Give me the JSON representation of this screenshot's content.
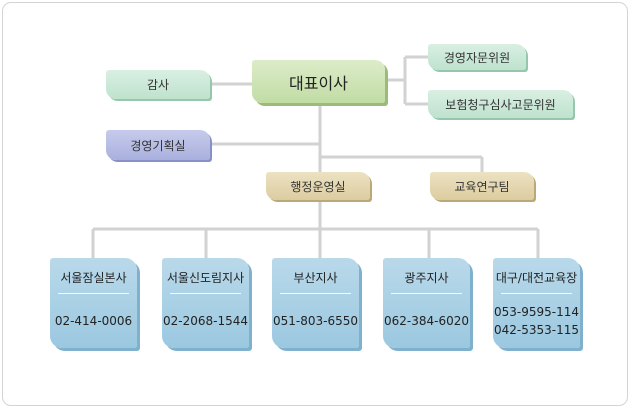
{
  "org": {
    "ceo": "대표이사",
    "audit": "감사",
    "advisory1": "경영자문위원",
    "advisory2": "보험청구심사고문위원",
    "planning": "경영기획실",
    "admin": "행정운영실",
    "research": "교육연구팀",
    "branches": [
      {
        "name": "서울잠실본사",
        "phone1": "02-414-0006",
        "phone2": ""
      },
      {
        "name": "서울신도림지사",
        "phone1": "02-2068-1544",
        "phone2": ""
      },
      {
        "name": "부산지사",
        "phone1": "051-803-6550",
        "phone2": ""
      },
      {
        "name": "광주지사",
        "phone1": "062-384-6020",
        "phone2": ""
      },
      {
        "name": "대구/대전교육장",
        "phone1": "053-9595-114",
        "phone2": "042-5353-115"
      }
    ]
  },
  "colors": {
    "connector": "#d2d2d2",
    "ceo_box": "#c8dfae",
    "green_box": "#c6e6d3",
    "purple_box": "#b0b6e0",
    "tan_box": "#e0d2a8",
    "branch_box": "#a6cfe4"
  }
}
